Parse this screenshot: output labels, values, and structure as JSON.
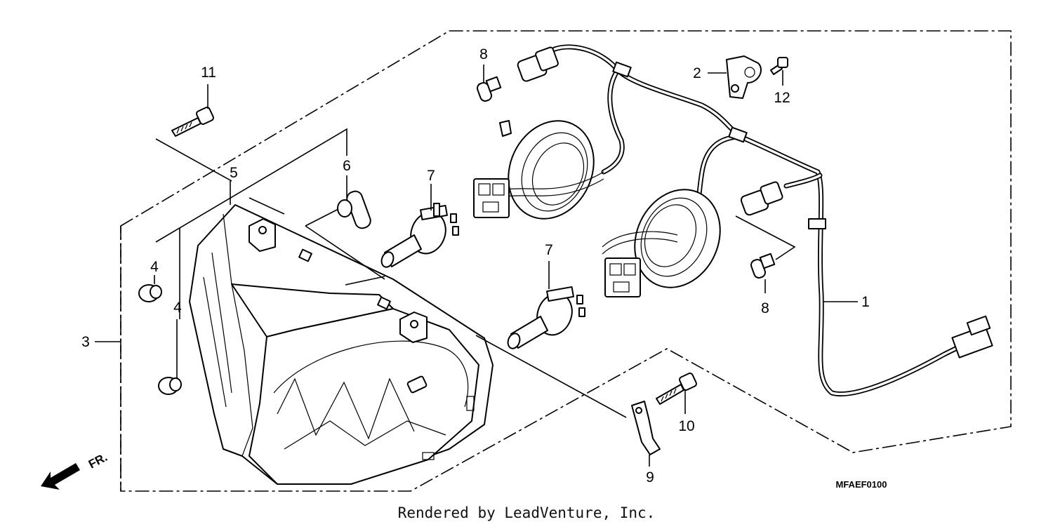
{
  "callouts": {
    "c1": "1",
    "c2": "2",
    "c3": "3",
    "c4a": "4",
    "c4b": "4",
    "c5": "5",
    "c6": "6",
    "c7a": "7",
    "c7b": "7",
    "c8a": "8",
    "c8b": "8",
    "c9": "9",
    "c10": "10",
    "c11": "11",
    "c12": "12"
  },
  "direction_label": "FR.",
  "diagram_code": "MFAEF0100",
  "credit": "Rendered by LeadVenture, Inc.",
  "icons": {
    "direction": "arrow-front-icon"
  },
  "colors": {
    "ink": "#000000",
    "paper": "#ffffff"
  }
}
